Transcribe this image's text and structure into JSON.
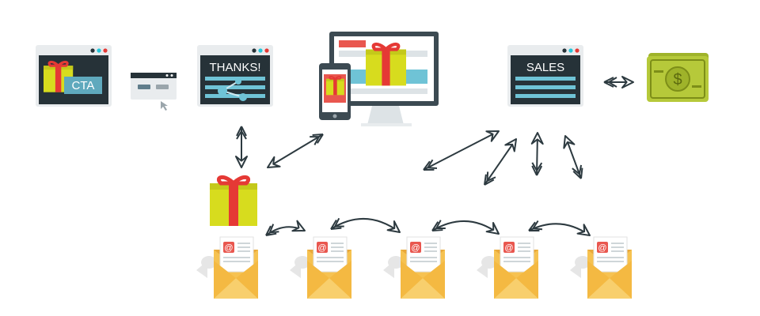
{
  "colors": {
    "screen": "#263238",
    "bezel": "#3c4a52",
    "window_bar": "#e9ecee",
    "dot_red": "#e53935",
    "dot_teal": "#26c6da",
    "dot_dark": "#263238",
    "gift_box": "#d7dc1e",
    "gift_ribbon": "#e53935",
    "lines": "#6fc3d6",
    "money": "#b6c93a",
    "money_dark": "#7d8e18",
    "envelope": "#f6c251",
    "envelope_dark": "#e9a93a",
    "letter_at": "#e9574f",
    "bubble": "#e6e6e6",
    "arrow_fill": "#ffffff",
    "arrow_stroke": "#2d3a40"
  },
  "nodes": {
    "cta": {
      "label": "CTA",
      "icon": "gift-icon"
    },
    "landing": {
      "icon": "browser-form-icon"
    },
    "thanks": {
      "label": "THANKS!",
      "icon": "share-icon"
    },
    "devices": {
      "icon": "desktop-mobile-gift-icon"
    },
    "sales": {
      "label": "SALES"
    },
    "money": {
      "icon": "money-stack-icon"
    },
    "gift": {
      "icon": "gift-icon"
    },
    "emails": [
      {
        "icon": "email-envelope-icon"
      },
      {
        "icon": "email-envelope-icon"
      },
      {
        "icon": "email-envelope-icon"
      },
      {
        "icon": "email-envelope-icon"
      },
      {
        "icon": "email-envelope-icon"
      }
    ]
  }
}
